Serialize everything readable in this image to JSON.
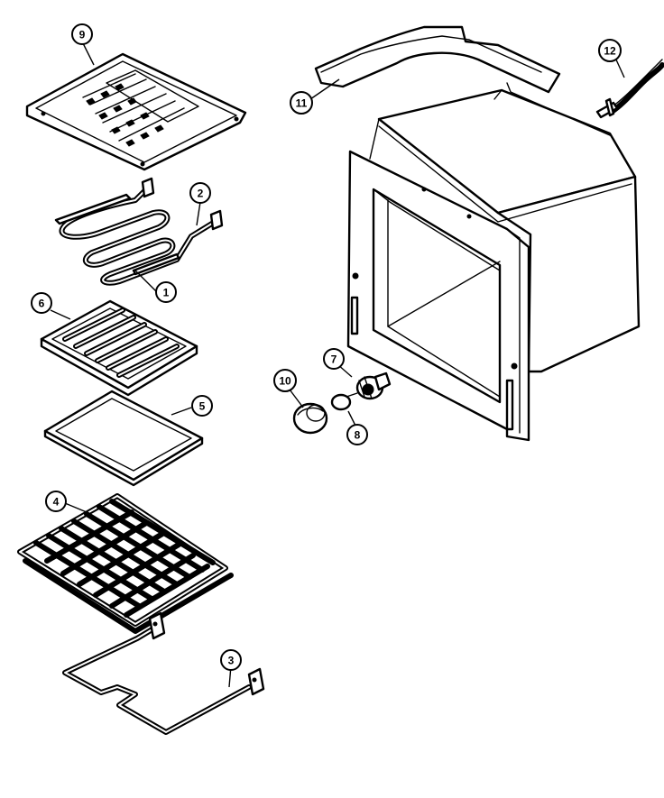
{
  "diagram": {
    "callouts": [
      {
        "id": "c9",
        "label": "9"
      },
      {
        "id": "c2",
        "label": "2"
      },
      {
        "id": "c1",
        "label": "1"
      },
      {
        "id": "c6",
        "label": "6"
      },
      {
        "id": "c5",
        "label": "5"
      },
      {
        "id": "c4",
        "label": "4"
      },
      {
        "id": "c3",
        "label": "3"
      },
      {
        "id": "c11",
        "label": "11"
      },
      {
        "id": "c12",
        "label": "12"
      },
      {
        "id": "c7",
        "label": "7"
      },
      {
        "id": "c10",
        "label": "10"
      },
      {
        "id": "c8",
        "label": "8"
      }
    ]
  }
}
